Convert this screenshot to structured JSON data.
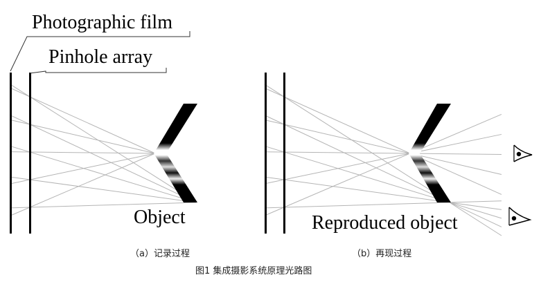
{
  "labels": {
    "film": "Photographic film",
    "pinhole": "Pinhole array",
    "object": "Object",
    "reproduced": "Reproduced object"
  },
  "captions": {
    "a": "（a）记录过程",
    "b": "（b）再现过程",
    "main": "图1  集成摄影系统原理光路图"
  },
  "colors": {
    "ray": "#b4b4b4",
    "plate": "#000000",
    "leader": "#333333"
  },
  "icons": [
    "eye-icon",
    "eye-icon"
  ]
}
